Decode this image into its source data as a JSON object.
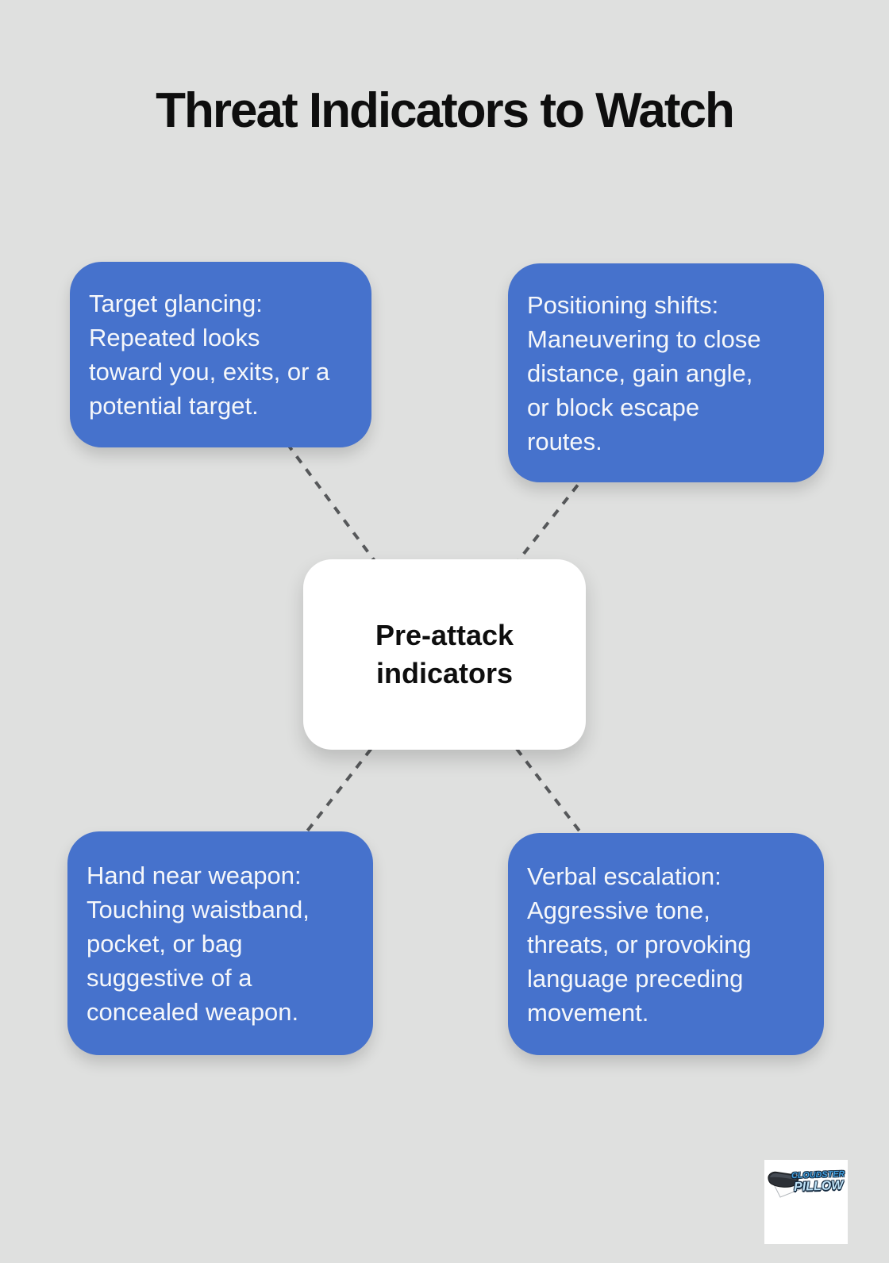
{
  "title": "Threat Indicators to Watch",
  "center_node": {
    "label": "Pre-attack\nindicators"
  },
  "nodes": {
    "top_left": {
      "text": "Target glancing:\nRepeated looks\ntoward you, exits, or a\npotential target."
    },
    "top_right": {
      "text": "Positioning shifts:\nManeuvering to close\ndistance, gain angle,\nor block escape\nroutes."
    },
    "bottom_left": {
      "text": "Hand near weapon:\nTouching waistband,\npocket, or bag\nsuggestive of a\nconcealed weapon."
    },
    "bottom_right": {
      "text": "Verbal escalation:\nAggressive tone,\nthreats, or provoking\nlanguage preceding\nmovement."
    }
  },
  "logo": {
    "brand_line1": "CLOUDSTER",
    "brand_line2": "PILLOW"
  },
  "colors": {
    "background": "#dfe0df",
    "node_blue": "#4672cc",
    "node_text": "#f5f7fa",
    "center_bg": "#ffffff",
    "center_text": "#0e0e0e",
    "connector": "#56585a",
    "title": "#0e0e0e"
  }
}
